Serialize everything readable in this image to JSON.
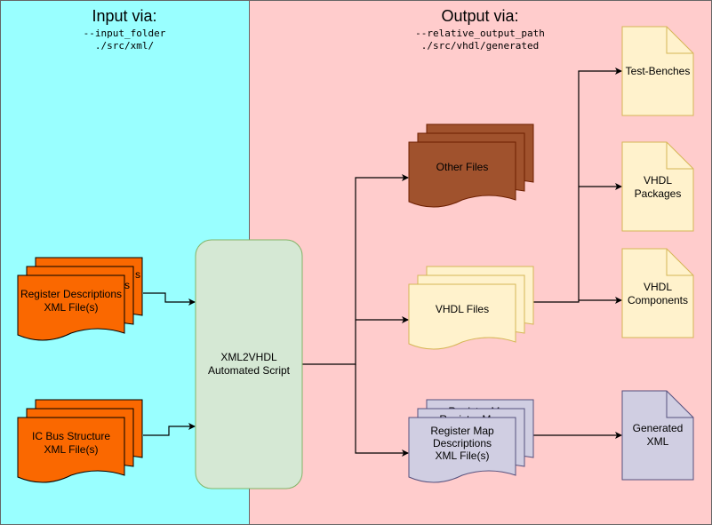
{
  "input_panel": {
    "title": "Input via:",
    "arg": "--input_folder",
    "path": "./src/xml/",
    "color": "#99ffff"
  },
  "output_panel": {
    "title": "Output via:",
    "arg": "--relative_output_path",
    "path": "./src/vhdl/generated",
    "color": "#ffcccc"
  },
  "nodes": {
    "register_descriptions": {
      "label_line1": "Register Descriptions",
      "label_line2": "XML File(s)",
      "back_fragment": "s",
      "color": "#fa6800"
    },
    "ic_bus_structure": {
      "label_line1": "IC Bus Structure",
      "label_line2": "XML File(s)",
      "color": "#fa6800"
    },
    "script": {
      "label_line1": "XML2VHDL",
      "label_line2": "Automated Script",
      "color": "#d5e8d4"
    },
    "other_files": {
      "label": "Other Files",
      "color": "#a0522d"
    },
    "vhdl_files": {
      "label": "VHDL Files",
      "color": "#fff2cc"
    },
    "register_map": {
      "label_line1": "Register Map",
      "label_line2": "Descriptions",
      "label_line3": "XML File(s)",
      "back_fragment_1": "Register Map",
      "back_fragment_2": "Register Map",
      "color": "#d0cee2"
    },
    "test_benches": {
      "label": "Test-Benches",
      "color": "#fff2cc"
    },
    "vhdl_packages": {
      "label_line1": "VHDL",
      "label_line2": "Packages",
      "color": "#fff2cc"
    },
    "vhdl_components": {
      "label_line1": "VHDL",
      "label_line2": "Components",
      "color": "#fff2cc"
    },
    "generated_xml": {
      "label_line1": "Generated",
      "label_line2": "XML",
      "color": "#d0cee2"
    }
  }
}
